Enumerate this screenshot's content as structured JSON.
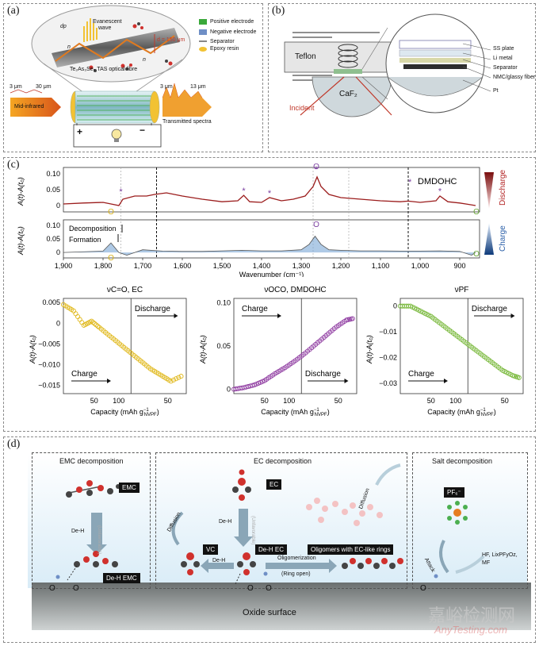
{
  "panel_a": {
    "label": "(a)",
    "evanescent": "Evanescent",
    "wave": "wave",
    "dp": "dp",
    "n1": "n",
    "n2": "n",
    "thickness": "d = 150 μm",
    "fibre": "Te₂As₃Se₅ TAS optical fibre",
    "legend": [
      "Positive electrode",
      "Negative electrode",
      "Separator",
      "Epoxy resin"
    ],
    "legend_colors": [
      "#3aa83a",
      "#6f8fc6",
      "#888888",
      "#f2c233"
    ],
    "mid_ir": "Mid-infrared",
    "left_3um": "3 μm",
    "left_30um": "30 μm",
    "right_3um": "3 μm",
    "right_13um": "13 μm",
    "transmitted": "Transmitted spectra",
    "plus": "+",
    "minus": "−"
  },
  "panel_b": {
    "label": "(b)",
    "teflon": "Teflon",
    "caf2": "CaF₂",
    "incident": "Incident",
    "layers": [
      "SS plate",
      "Li metal",
      "Separator",
      "NMC/glassy fiber",
      "Pt"
    ]
  },
  "panel_c": {
    "label": "(c)",
    "legend_star": "DMDOHC",
    "discharge": "Discharge",
    "charge": "Charge",
    "ylabel": "A(t)-A(t₀)",
    "xlabel": "Wavenumber (cm⁻¹)",
    "decomposition": "Decomposition",
    "formation": "Formation",
    "circle": "O",
    "yticks": [
      "0.10",
      "0.05",
      "0"
    ],
    "xticks": [
      "1,900",
      "1,800",
      "1,700",
      "1,600",
      "1,500",
      "1,400",
      "1,300",
      "1,200",
      "1,100",
      "1,000",
      "900"
    ],
    "sub1": {
      "title": "νC=O, EC",
      "yticks": [
        "0.005",
        "0",
        "−0.005",
        "−0.010",
        "−0.015"
      ],
      "charge": "Charge",
      "discharge": "Discharge",
      "xticks": [
        "50",
        "100",
        "50"
      ]
    },
    "sub2": {
      "title": "νOCO, DMDOHC",
      "yticks": [
        "0.10",
        "0.05",
        "0"
      ],
      "charge": "Charge",
      "discharge": "Discharge",
      "xticks": [
        "50",
        "100",
        "50"
      ]
    },
    "sub3": {
      "title": "νPF",
      "yticks": [
        "0",
        "−0.01",
        "−0.02",
        "−0.03"
      ],
      "charge": "Charge",
      "discharge": "Discharge",
      "xticks": [
        "50",
        "100",
        "50"
      ]
    },
    "capacity_label": "Capacity (mAh g",
    "capacity_sup": "−1",
    "capacity_sub": "NVPF",
    "capacity_end": ")"
  },
  "panel_d": {
    "label": "(d)",
    "emc_title": "EMC decomposition",
    "ec_title": "EC decomposition",
    "salt_title": "Salt decomposition",
    "emc": "EMC",
    "deh": "De-H",
    "unfav": "(Unfavorable)",
    "deh_emc": "De-H EMC",
    "ec": "EC",
    "diffusion": "Diffusion",
    "vc": "VC",
    "deh_ec": "De-H EC",
    "oligomers": "Oligomers with EC-like rings",
    "oligomerization": "Oligomerization",
    "ring_open": "(Ring open)",
    "pf6": "PF₆⁻",
    "attack": "Attack",
    "products": "HF, LixPFyOz,",
    "products2": "MF",
    "o": "O",
    "surface": "Oxide surface"
  },
  "watermark": {
    "cn": "嘉峪检测网",
    "en": "AnyTesting.com"
  },
  "chart_data": [
    {
      "type": "line",
      "title": "",
      "xlabel": "Wavenumber (cm⁻¹)",
      "ylabel": "A(t)-A(t₀)",
      "xlim": [
        1900,
        850
      ],
      "ylim": [
        -0.02,
        0.12
      ],
      "series": [
        {
          "name": "Discharge",
          "x": [
            1900,
            1850,
            1800,
            1780,
            1760,
            1750,
            1720,
            1690,
            1670,
            1640,
            1600,
            1550,
            1500,
            1460,
            1445,
            1430,
            1400,
            1380,
            1350,
            1320,
            1290,
            1270,
            1260,
            1250,
            1230,
            1200,
            1150,
            1100,
            1050,
            1030,
            1000,
            960,
            950,
            930,
            900,
            880,
            860
          ],
          "y": [
            0.005,
            0.008,
            0.01,
            0.005,
            0.0,
            0.02,
            0.03,
            0.03,
            0.035,
            0.04,
            0.03,
            0.02,
            0.012,
            0.015,
            0.032,
            0.012,
            0.01,
            0.025,
            0.015,
            0.02,
            0.03,
            0.06,
            0.09,
            0.06,
            0.035,
            0.025,
            0.02,
            0.015,
            0.012,
            0.014,
            0.01,
            0.015,
            0.03,
            0.012,
            0.008,
            0.004,
            0.0
          ]
        }
      ]
    },
    {
      "type": "area",
      "title": "",
      "xlabel": "Wavenumber (cm⁻¹)",
      "ylabel": "A(t)-A(t₀)",
      "xlim": [
        1900,
        850
      ],
      "ylim": [
        -0.02,
        0.12
      ],
      "series": [
        {
          "name": "Charge",
          "x": [
            1900,
            1800,
            1780,
            1760,
            1740,
            1700,
            1650,
            1600,
            1550,
            1500,
            1450,
            1400,
            1350,
            1300,
            1280,
            1265,
            1250,
            1230,
            1200,
            1150,
            1100,
            1050,
            1000,
            950,
            900,
            870,
            860
          ],
          "y": [
            0.0,
            0.005,
            0.035,
            0.0,
            -0.01,
            0.01,
            0.005,
            0.004,
            0.004,
            0.006,
            0.008,
            0.006,
            0.006,
            0.01,
            0.03,
            0.06,
            0.03,
            0.01,
            0.008,
            0.006,
            0.006,
            0.005,
            0.005,
            0.006,
            0.004,
            -0.01,
            0.0
          ]
        }
      ]
    },
    {
      "type": "scatter",
      "title": "νC=O, EC",
      "xlabel": "Capacity (mAh g⁻¹ NVPF)",
      "ylabel": "A(t)-A(t₀)",
      "ylim": [
        -0.017,
        0.006
      ],
      "series": [
        {
          "name": "",
          "x": [
            0,
            20,
            40,
            55,
            70,
            90,
            110,
            130,
            150,
            170,
            190,
            210,
            235
          ],
          "y": [
            0.0045,
            0.003,
            -0.0005,
            0.0005,
            -0.001,
            -0.003,
            -0.005,
            -0.007,
            -0.009,
            -0.011,
            -0.0125,
            -0.014,
            -0.0125
          ]
        }
      ]
    },
    {
      "type": "scatter",
      "title": "νOCO, DMDOHC",
      "xlabel": "Capacity (mAh g⁻¹ NVPF)",
      "ylabel": "A(t)-A(t₀)",
      "ylim": [
        -0.005,
        0.105
      ],
      "series": [
        {
          "name": "",
          "x": [
            0,
            20,
            40,
            60,
            80,
            100,
            120,
            140,
            160,
            180,
            200,
            220,
            235
          ],
          "y": [
            0.0,
            0.002,
            0.005,
            0.01,
            0.018,
            0.025,
            0.033,
            0.042,
            0.052,
            0.062,
            0.072,
            0.08,
            0.082
          ]
        }
      ]
    },
    {
      "type": "scatter",
      "title": "νPF",
      "xlabel": "Capacity (mAh g⁻¹ NVPF)",
      "ylabel": "A(t)-A(t₀)",
      "ylim": [
        -0.034,
        0.003
      ],
      "series": [
        {
          "name": "",
          "x": [
            0,
            20,
            40,
            60,
            80,
            100,
            120,
            140,
            160,
            180,
            200,
            220,
            235
          ],
          "y": [
            0.0,
            0.0,
            -0.002,
            -0.004,
            -0.007,
            -0.01,
            -0.013,
            -0.016,
            -0.019,
            -0.022,
            -0.025,
            -0.027,
            -0.028
          ]
        }
      ]
    }
  ]
}
